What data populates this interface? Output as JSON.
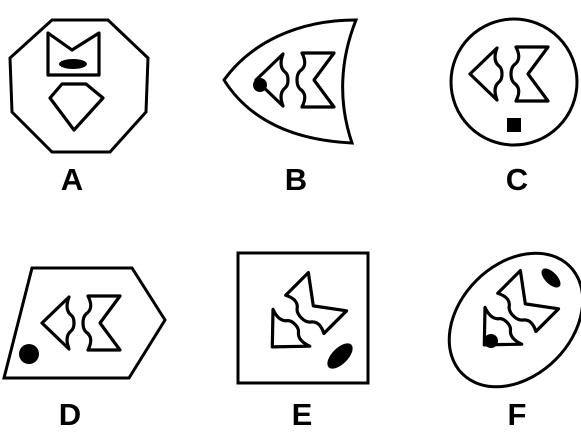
{
  "figures": [
    {
      "label": "A",
      "outer_shape": "octagon",
      "marker": "ellipse"
    },
    {
      "label": "B",
      "outer_shape": "curved-wedge",
      "marker": "circle"
    },
    {
      "label": "C",
      "outer_shape": "circle",
      "marker": "square"
    },
    {
      "label": "D",
      "outer_shape": "pentagon",
      "marker": "circle"
    },
    {
      "label": "E",
      "outer_shape": "square",
      "marker": "ellipse"
    },
    {
      "label": "F",
      "outer_shape": "ellipse",
      "markers": [
        "ellipse",
        "circle"
      ]
    }
  ],
  "colors": {
    "stroke": "#000000",
    "fill": "#000000",
    "background": "#ffffff"
  }
}
